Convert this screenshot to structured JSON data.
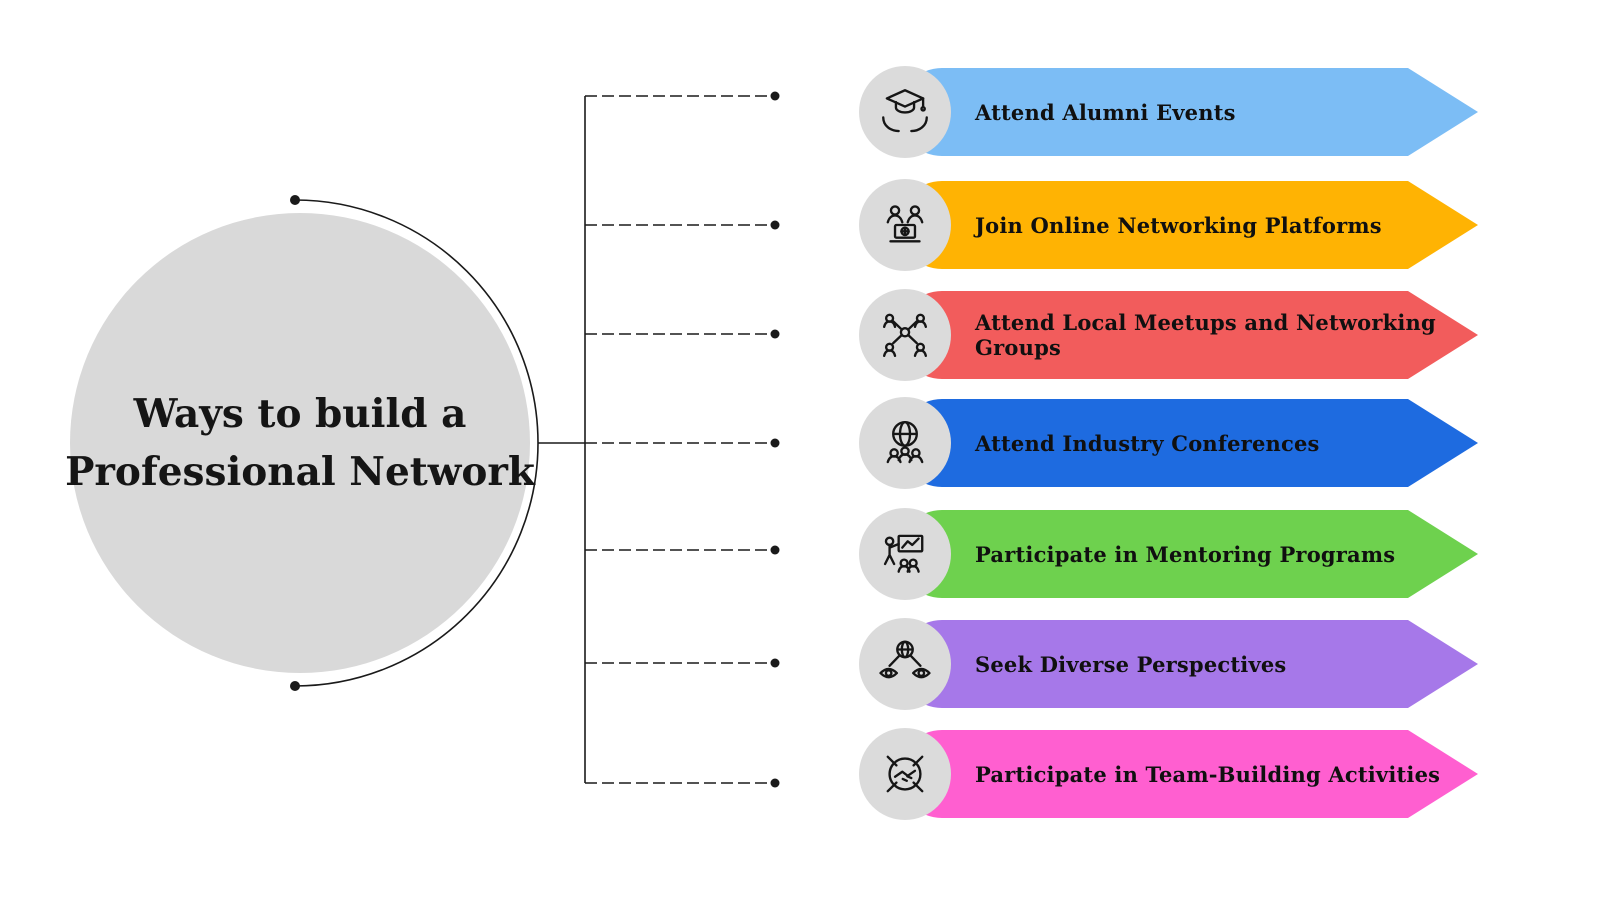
{
  "title": {
    "line1": "Ways to build a",
    "line2": "Professional Network"
  },
  "colors": {
    "background": "#ffffff",
    "circle_fill": "#d9d9d9",
    "icon_circle_fill": "#dbdbdb",
    "line": "#1a1a1a",
    "text": "#101010"
  },
  "rows": [
    {
      "label": "Attend Alumni Events",
      "color": "#7cbdf5",
      "icon": "graduation-cap-hands-icon"
    },
    {
      "label": "Join Online Networking Platforms",
      "color": "#ffb303",
      "icon": "laptop-meeting-icon"
    },
    {
      "label": "Attend Local Meetups and  Networking Groups",
      "color": "#f25c5c",
      "icon": "people-network-icon"
    },
    {
      "label": "Attend Industry Conferences",
      "color": "#1e6be0",
      "icon": "globe-audience-icon"
    },
    {
      "label": "Participate in Mentoring Programs",
      "color": "#6ed14e",
      "icon": "presentation-mentor-icon"
    },
    {
      "label": "Seek Diverse Perspectives",
      "color": "#a678e9",
      "icon": "globe-eyes-icon"
    },
    {
      "label": "Participate in Team-Building Activities",
      "color": "#ff5fd0",
      "icon": "hands-together-icon"
    }
  ]
}
